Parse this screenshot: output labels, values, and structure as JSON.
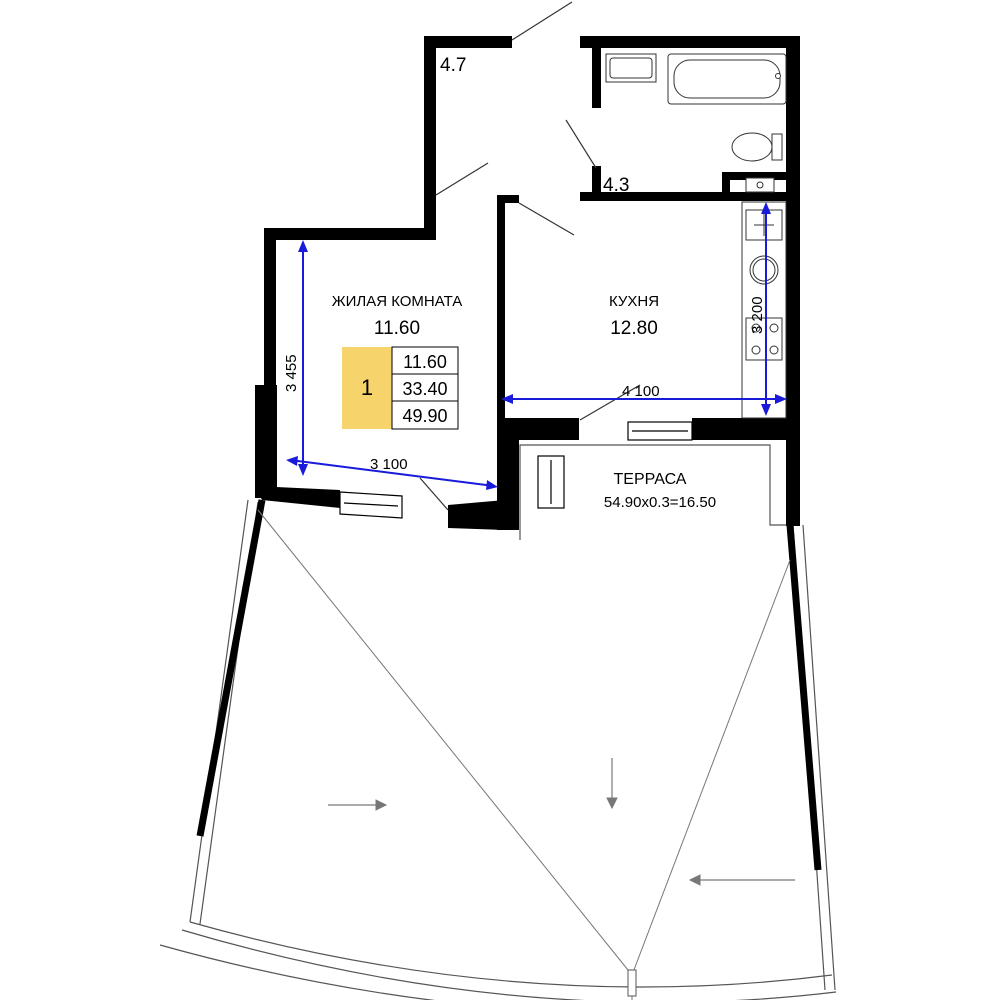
{
  "rooms": {
    "hall": {
      "area": "4.7"
    },
    "bathroom": {
      "area": "4.3"
    },
    "living": {
      "name": "ЖИЛАЯ КОМНАТА",
      "area": "11.60"
    },
    "kitchen": {
      "name": "КУХНЯ",
      "area": "12.80"
    },
    "terrace": {
      "name": "ТЕРРАСА",
      "formula": "54.90x0.3=16.50"
    }
  },
  "summary": {
    "room_count": "1",
    "living_area": "11.60",
    "total_area": "33.40",
    "total_with_terrace": "49.90",
    "badge_color": "#f7d36b"
  },
  "dimensions": {
    "living_height": "3 455",
    "living_width": "3 100",
    "kitchen_width": "4 100",
    "kitchen_height": "3 200",
    "line_color": "#1a1adb"
  }
}
